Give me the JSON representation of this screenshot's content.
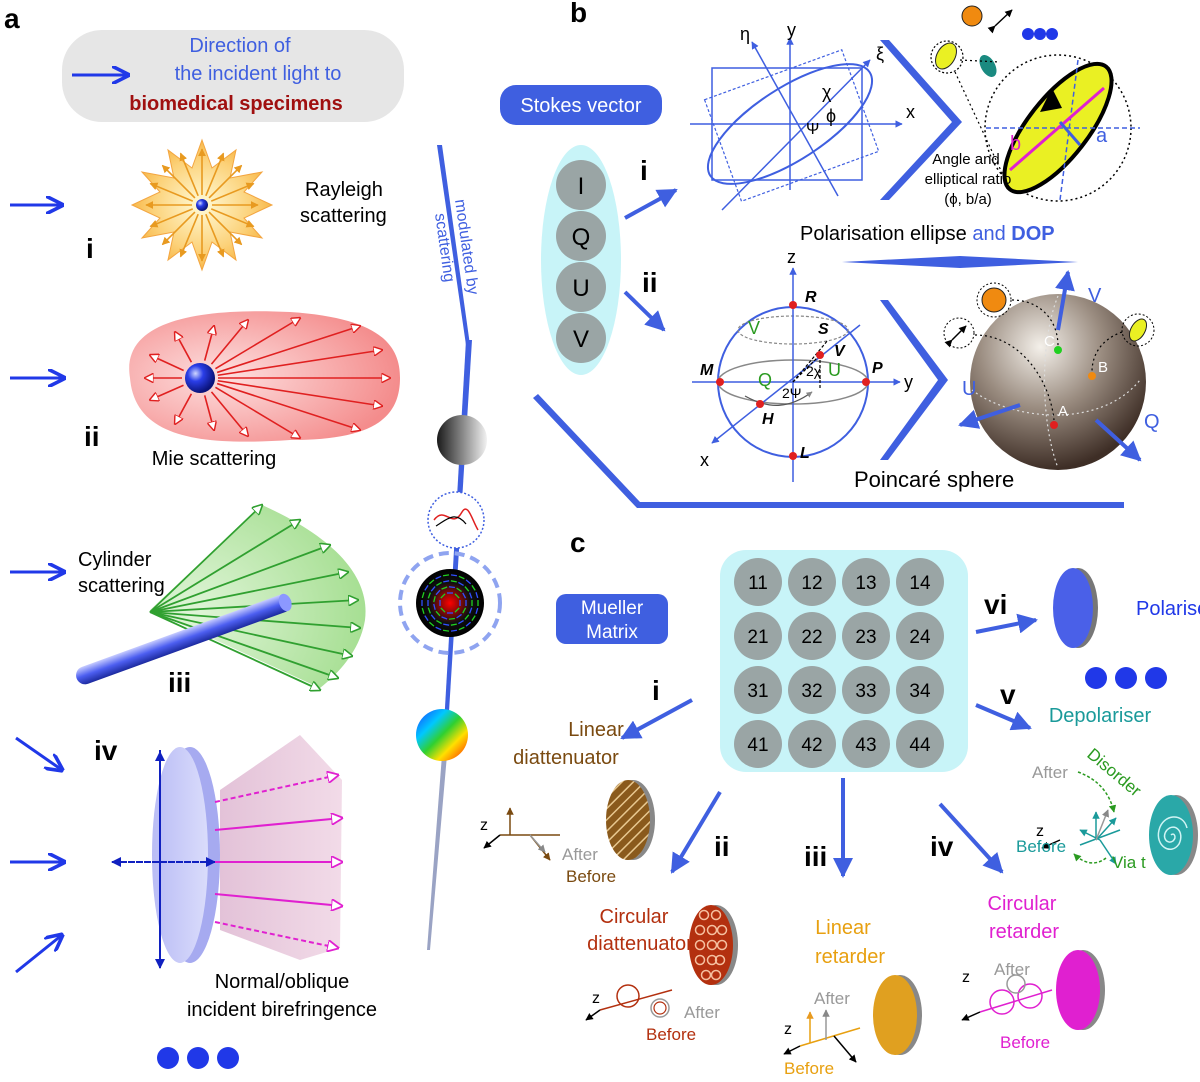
{
  "panels": {
    "a": "a",
    "b": "b",
    "c": "c"
  },
  "panel_a": {
    "incident_line1": "Direction of",
    "incident_line2": "the incident light to",
    "incident_line3": "biomedical specimens",
    "rayleigh_label1": "Rayleigh",
    "rayleigh_label2": "scattering",
    "rayleigh_numeral": "i",
    "mie_label": "Mie scattering",
    "mie_numeral": "ii",
    "cylinder_label1": "Cylinder",
    "cylinder_label2": "scattering",
    "cylinder_numeral": "iii",
    "biref_numeral": "iv",
    "biref_label1": "Normal/oblique",
    "biref_label2": "incident birefringence",
    "modulated_label1": "modulated by",
    "modulated_label2": "scattering"
  },
  "panel_b": {
    "stokes_title": "Stokes vector",
    "stokes_components": [
      "I",
      "Q",
      "U",
      "V"
    ],
    "route_i": "i",
    "route_ii": "ii",
    "ellipse_axes": {
      "eta": "η",
      "y": "y",
      "xi": "ξ",
      "x": "x",
      "chi": "χ",
      "phi": "ϕ",
      "psi": "Ψ"
    },
    "ellipse_inset": {
      "a": "a",
      "b": "b"
    },
    "angle_label1": "Angle and",
    "angle_label2": "elliptical ratio",
    "angle_label3": "(ϕ, b/a)",
    "ellipse_title_part1": "Polarisation ellipse ",
    "ellipse_title_part2": "and ",
    "ellipse_title_part3": "DOP",
    "sphere_axes": {
      "z": "z",
      "y": "y",
      "x": "x"
    },
    "sphere_points": {
      "R": "R",
      "S": "S",
      "V": "V",
      "M": "M",
      "P": "P",
      "H": "H",
      "L": "L"
    },
    "sphere_components": {
      "V": "V",
      "Q": "Q",
      "U": "U"
    },
    "sphere_angles": {
      "two_chi": "2χ",
      "two_psi": "2Ψ"
    },
    "poincare_label": "Poincaré sphere",
    "poincare_axes": {
      "V": "V",
      "U": "U",
      "Q": "Q"
    },
    "poincare_points": {
      "A": "A",
      "B": "B",
      "C": "C"
    }
  },
  "panel_c": {
    "mueller_label1": "Mueller",
    "mueller_label2": "Matrix",
    "matrix": [
      [
        "11",
        "12",
        "13",
        "14"
      ],
      [
        "21",
        "22",
        "23",
        "24"
      ],
      [
        "31",
        "32",
        "33",
        "34"
      ],
      [
        "41",
        "42",
        "43",
        "44"
      ]
    ],
    "numerals": {
      "i": "i",
      "ii": "ii",
      "iii": "iii",
      "iv": "iv",
      "v": "v",
      "vi": "vi"
    },
    "linear_diattenuator": [
      "Linear",
      "diattenuator"
    ],
    "circular_diattenuator": [
      "Circular",
      "diattenuator"
    ],
    "linear_retarder": [
      "Linear",
      "retarder"
    ],
    "circular_retarder": [
      "Circular",
      "retarder"
    ],
    "depolariser": "Depolariser",
    "polariser": "Polariser",
    "z": "z",
    "after": "After",
    "before": "Before",
    "disorder": "Disorder",
    "via_t": "Via t"
  },
  "colors": {
    "blue": "#3f5fe0",
    "blue_light": "#7f95f0",
    "dark_red": "#a01010",
    "grey_box": "#e6e6e6",
    "cyan_box": "#c8f4f8",
    "circle_grey": "#9aa5a5",
    "brown": "#7a4a10",
    "dark_red_orange": "#b3300f",
    "orange": "#f0a000",
    "magenta": "#e020d0",
    "teal": "#1a9a9a",
    "green_text": "#2a9a20"
  }
}
